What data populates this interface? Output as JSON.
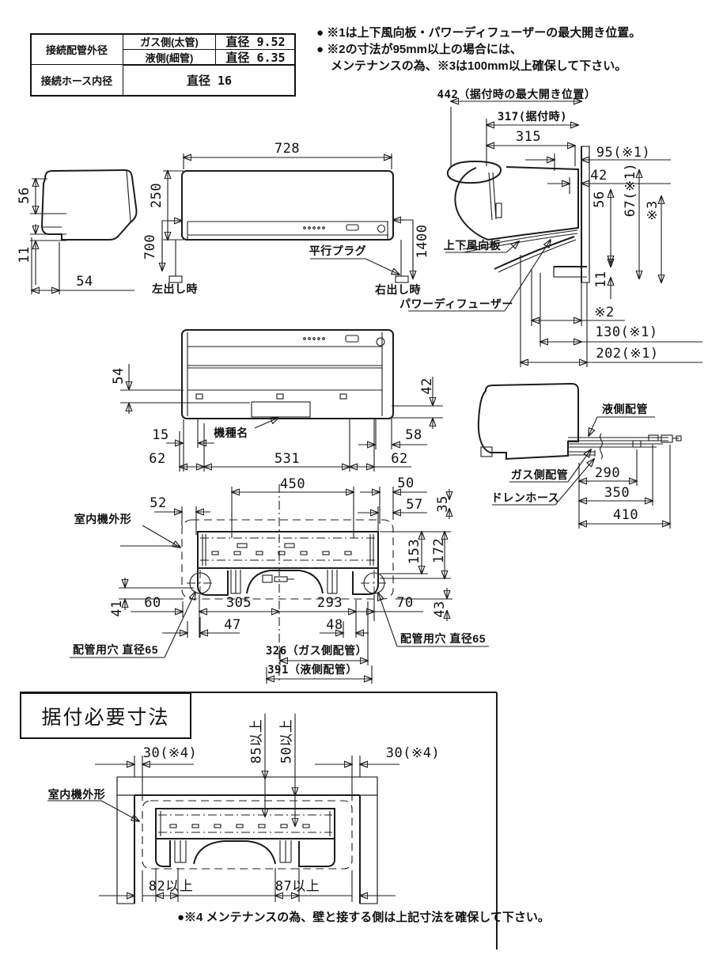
{
  "spec_table": {
    "r1c1": "接続配管外径",
    "r1c2": "ガス側(太管)",
    "r1c3": "直径 9.52",
    "r2c2": "液側(細管)",
    "r2c3": "直径 6.35",
    "r3c1": "接続ホース内径",
    "r3c23": "直径 16"
  },
  "notes": {
    "line1": "● ※1は上下風向板・パワーディフューザーの最大開き位置。",
    "line2": "● ※2の寸法が95mm以上の場合には、",
    "line3": "メンテナンスの為、※3は100mm以上確保して下さい。"
  },
  "side_view": {
    "dim_56": "56",
    "dim_11": "11",
    "dim_54": "54"
  },
  "front_view": {
    "dim_728": "728",
    "dim_250": "250",
    "dim_700": "700",
    "dim_1400": "1400",
    "label_plug": "平行プラグ",
    "label_left_out": "左出し時",
    "label_right_out": "右出し時"
  },
  "right_view": {
    "dim_442": "442（据付時の最大開き位置）",
    "dim_317": "317(据付時)",
    "dim_315": "315",
    "dim_95": "95(※1)",
    "dim_42": "42",
    "dim_56": "56",
    "dim_67": "67(※1)",
    "dim_s3": "※3",
    "dim_11": "11",
    "dim_s2": "※2",
    "dim_130": "130(※1)",
    "dim_202": "202(※1)",
    "label_flap": "上下風向板",
    "label_diffuser": "パワーディフューザー"
  },
  "rear_view": {
    "dim_54": "54",
    "dim_42": "42",
    "dim_15": "15",
    "dim_62l": "62",
    "dim_531": "531",
    "dim_62r": "62",
    "dim_58": "58",
    "label_model": "機種名"
  },
  "pipe_view": {
    "label_liquid": "液側配管",
    "label_gas": "ガス側配管",
    "label_drain": "ドレンホース",
    "dim_290": "290",
    "dim_350": "350",
    "dim_410": "410"
  },
  "plate_view": {
    "label_outline": "室内機外形",
    "dim_52": "52",
    "dim_450": "450",
    "dim_50": "50",
    "dim_57": "57",
    "dim_35": "35",
    "dim_153": "153",
    "dim_172": "172",
    "dim_41": "41",
    "dim_60": "60",
    "dim_305": "305",
    "dim_293": "293",
    "dim_70": "70",
    "dim_43": "43",
    "dim_47": "47",
    "dim_48": "48",
    "dim_326": "326（ガス側配管）",
    "dim_391": "391（液側配管）",
    "label_hole_left": "配管用穴 直径65",
    "label_hole_right": "配管用穴 直径65"
  },
  "install_section": {
    "title": "据付必要寸法",
    "dim_30l": "30(※4)",
    "dim_30r": "30(※4)",
    "dim_85": "85以上",
    "dim_50": "50以上",
    "label_outline": "室内機外形",
    "dim_82": "82以上",
    "dim_87": "87以上",
    "note4": "●※4 メンテナンスの為、壁と接する側は上記寸法を確保して下さい。"
  }
}
